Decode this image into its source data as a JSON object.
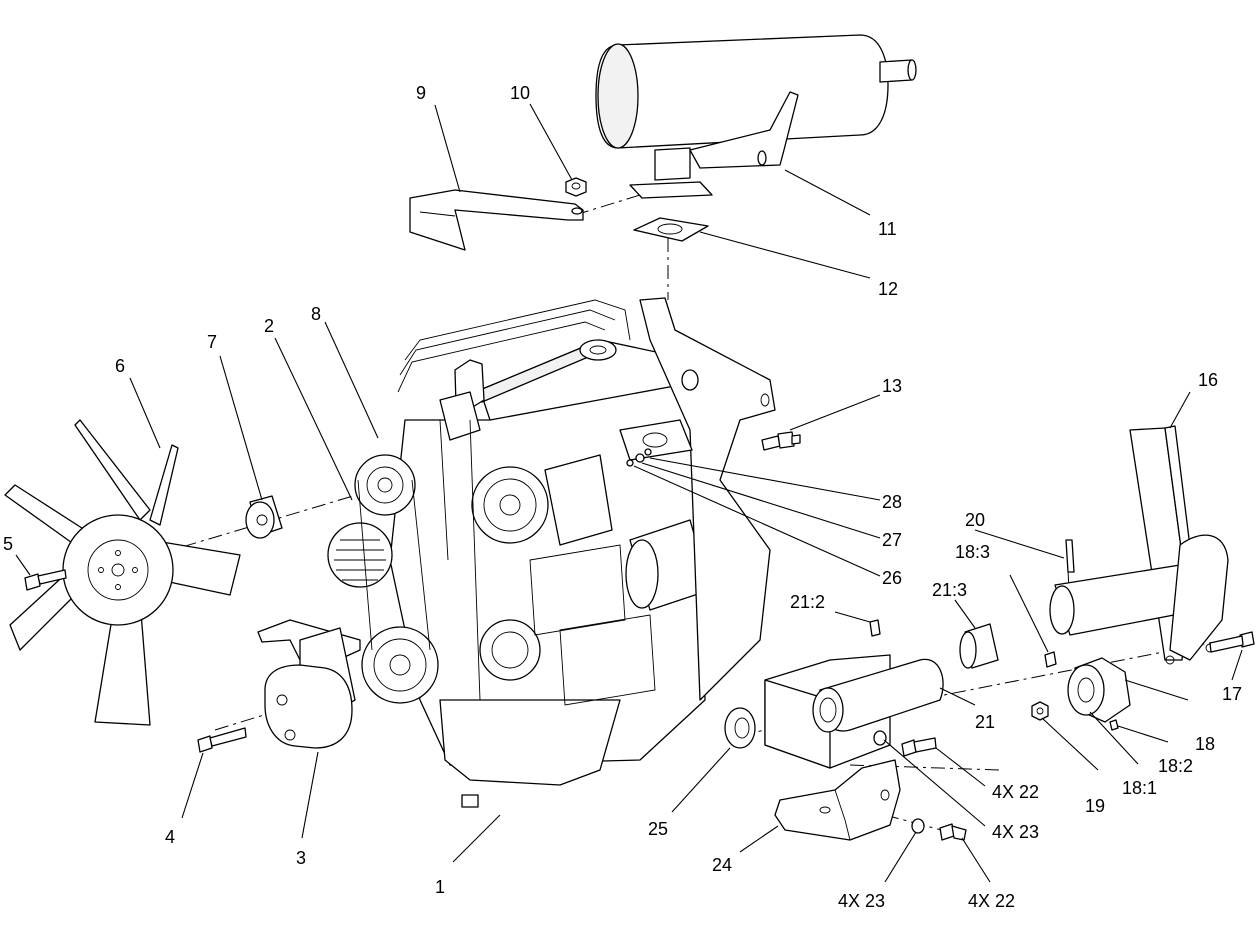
{
  "callouts": [
    {
      "id": "c1",
      "text": "1"
    },
    {
      "id": "c2",
      "text": "2"
    },
    {
      "id": "c3",
      "text": "3"
    },
    {
      "id": "c4",
      "text": "4"
    },
    {
      "id": "c5",
      "text": "5"
    },
    {
      "id": "c6",
      "text": "6"
    },
    {
      "id": "c7",
      "text": "7"
    },
    {
      "id": "c8",
      "text": "8"
    },
    {
      "id": "c9",
      "text": "9"
    },
    {
      "id": "c10",
      "text": "10"
    },
    {
      "id": "c11",
      "text": "11"
    },
    {
      "id": "c12",
      "text": "12"
    },
    {
      "id": "c13",
      "text": "13"
    },
    {
      "id": "c16",
      "text": "16"
    },
    {
      "id": "c17",
      "text": "17"
    },
    {
      "id": "c18",
      "text": "18"
    },
    {
      "id": "c18_1",
      "text": "18:1"
    },
    {
      "id": "c18_2",
      "text": "18:2"
    },
    {
      "id": "c18_3",
      "text": "18:3"
    },
    {
      "id": "c19",
      "text": "19"
    },
    {
      "id": "c20",
      "text": "20"
    },
    {
      "id": "c21",
      "text": "21"
    },
    {
      "id": "c21_2",
      "text": "21:2"
    },
    {
      "id": "c21_3",
      "text": "21:3"
    },
    {
      "id": "c22a",
      "text": "4X 22"
    },
    {
      "id": "c22b",
      "text": "4X 22"
    },
    {
      "id": "c23a",
      "text": "4X 23"
    },
    {
      "id": "c23b",
      "text": "4X 23"
    },
    {
      "id": "c24",
      "text": "24"
    },
    {
      "id": "c25",
      "text": "25"
    },
    {
      "id": "c26",
      "text": "26"
    },
    {
      "id": "c27",
      "text": "27"
    },
    {
      "id": "c28",
      "text": "28"
    }
  ]
}
